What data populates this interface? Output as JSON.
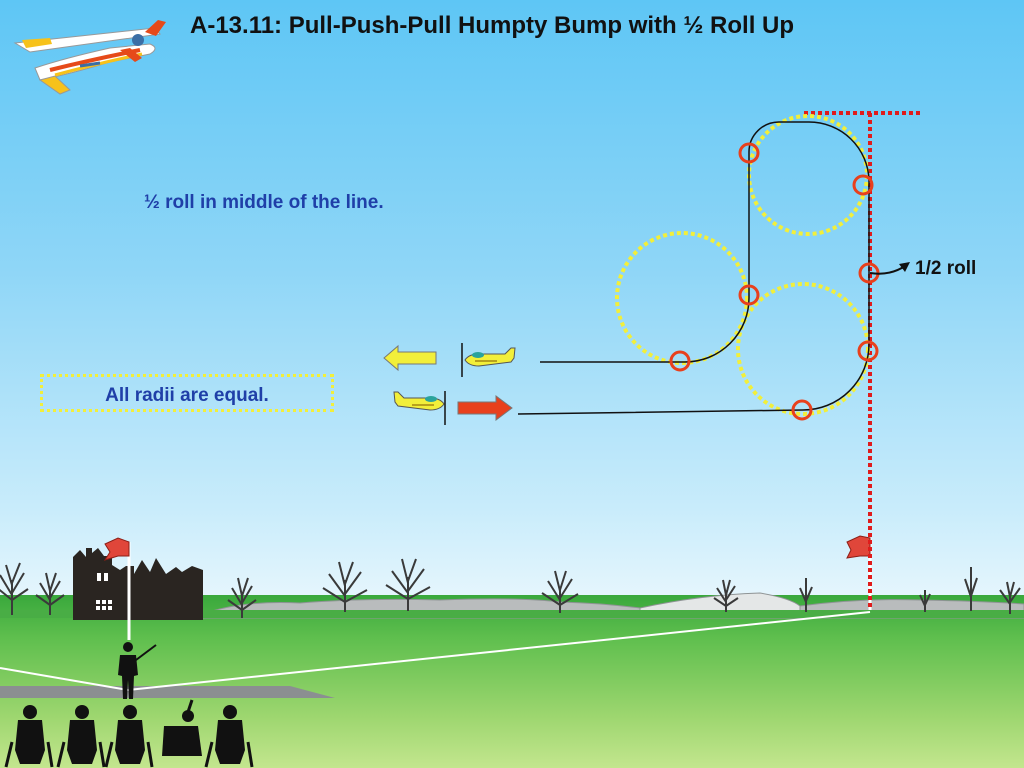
{
  "title": "A-13.11: Pull-Push-Pull Humpty Bump with ½ Roll Up",
  "notes": {
    "roll_position": "½ roll in middle of the line.",
    "radii": "All radii are equal.",
    "roll_label": "1/2  roll"
  },
  "colors": {
    "sky": "#5ec6f5",
    "ground": "#4cb544",
    "radius_circle": "#f2ef3a",
    "marker": "#e8401c",
    "aerobatic_box": "#e01b1b",
    "note_text": "#1f3fa8",
    "entry_arrow": "#e8401c",
    "exit_arrow": "#f2ef3a"
  },
  "icons": {
    "logo": "aerobatic-airplane-icon",
    "entry": "yellow-airplane-icon",
    "exit": "yellow-airplane-icon",
    "pilot": "pilot-silhouette-icon",
    "judges": "judge-silhouette-icon",
    "flags": "flag-icon"
  }
}
